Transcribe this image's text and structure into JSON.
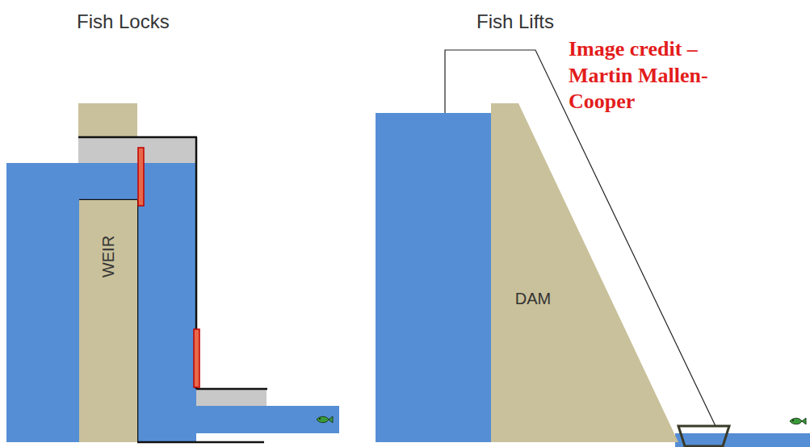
{
  "diagram": {
    "nodes": [
      {
        "text": [
          "WEIR"
        ]
      },
      {
        "text": [
          "DAM"
        ]
      }
    ],
    "labels": [
      "Fish Locks",
      "Fish Lifts",
      "Image credit – Martin Mallen-Cooper"
    ]
  }
}
